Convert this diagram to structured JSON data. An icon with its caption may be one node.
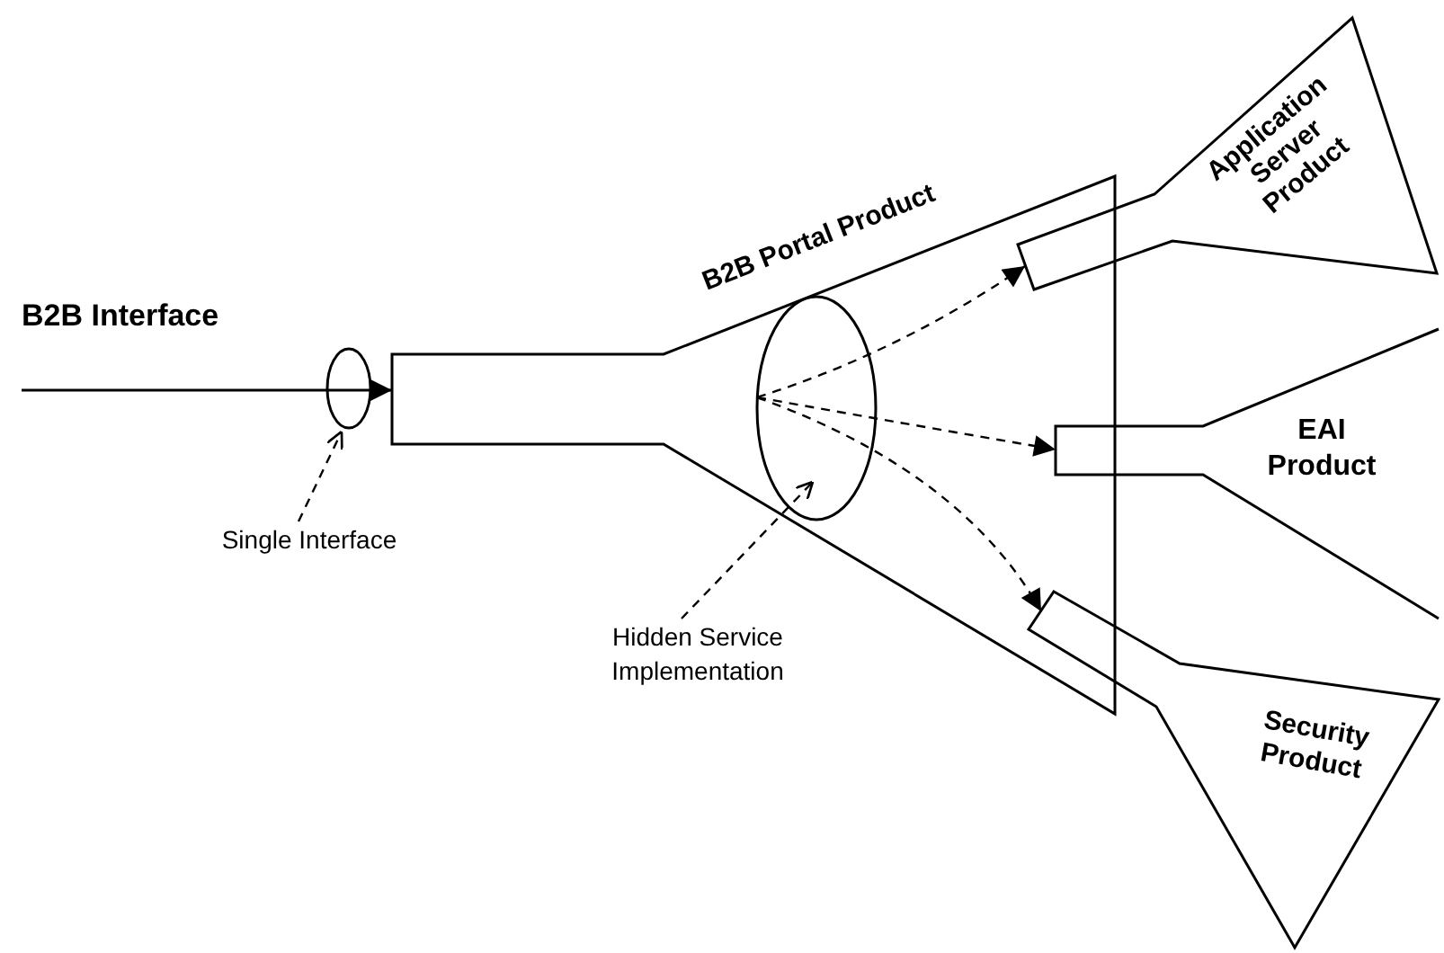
{
  "diagram": {
    "nodes": [
      {
        "text": [
          "B2B Portal Product"
        ]
      },
      {
        "text": [],
        "shape": "ellipse"
      },
      {
        "text": [
          "Single Interface"
        ]
      },
      {
        "text": [],
        "shape": "ellipse",
        "in": 0
      },
      {
        "text": [
          "Hidden Service Implementation"
        ]
      },
      {
        "text": [
          "Application Server Product"
        ]
      },
      {
        "text": [
          "EAI Product"
        ]
      },
      {
        "text": [
          "Security Product"
        ]
      }
    ],
    "edges": [
      {
        "from": null,
        "to": 0,
        "arrow": "to",
        "label": "B2B Interface"
      },
      {
        "from": 2,
        "to": 1,
        "arrow": "to",
        "style": "dashed"
      },
      {
        "from": 4,
        "to": 3,
        "arrow": "to",
        "style": "dashed"
      },
      {
        "from": 3,
        "to": 5,
        "arrow": "to",
        "style": "dashed"
      },
      {
        "from": 3,
        "to": 6,
        "arrow": "to",
        "style": "dashed"
      },
      {
        "from": 3,
        "to": 7,
        "arrow": "to",
        "style": "dashed"
      }
    ]
  }
}
